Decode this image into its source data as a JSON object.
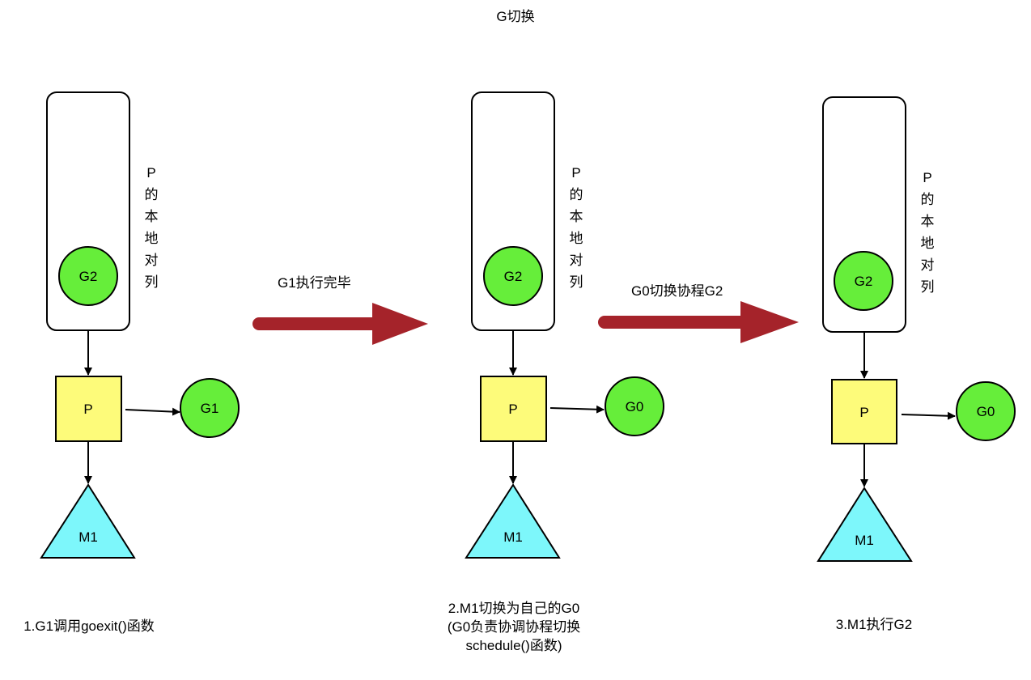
{
  "title": "G切换",
  "queue_label": "P的本地对列",
  "nodes": {
    "queued": "G2",
    "processor": "P",
    "machine": "M1",
    "running_1": "G1",
    "running_2": "G0",
    "running_3": "G0"
  },
  "transitions": {
    "first": "G1执行完毕",
    "second": "G0切换协程G2"
  },
  "captions": {
    "step1": "1.G1调用goexit()函数",
    "step2_line1": "2.M1切换为自己的G0",
    "step2_line2": "(G0负责协调协程切换",
    "step2_line3": "schedule()函数)",
    "step3": "3.M1执行G2"
  },
  "colors": {
    "goroutine_green": "#66ee3a",
    "processor_yellow": "#fdfb7a",
    "machine_cyan": "#7df7fb",
    "transition_arrow": "#a5232a"
  }
}
